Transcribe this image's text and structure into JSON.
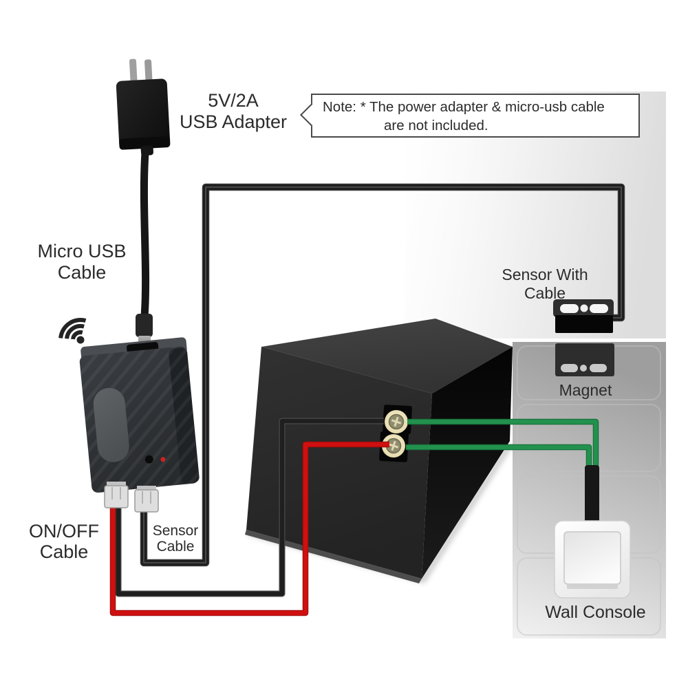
{
  "note_bubble": {
    "line1": "Note: * The power adapter & micro-usb cable",
    "line2": "are not included."
  },
  "labels": {
    "usb_adapter_line1": "5V/2A",
    "usb_adapter_line2": "USB Adapter",
    "micro_usb_line1": "Micro USB",
    "micro_usb_line2": "Cable",
    "on_off_line1": "ON/OFF",
    "on_off_line2": "Cable",
    "sensor_cable_line1": "Sensor",
    "sensor_cable_line2": "Cable",
    "sensor_with_cable": "Sensor With Cable",
    "magnet": "Magnet",
    "wall_console": "Wall Console"
  },
  "colors": {
    "red_wire": "#d01010",
    "green_wire": "#23914e",
    "black_wire": "#1f1f1f",
    "led": "#cc2222"
  }
}
